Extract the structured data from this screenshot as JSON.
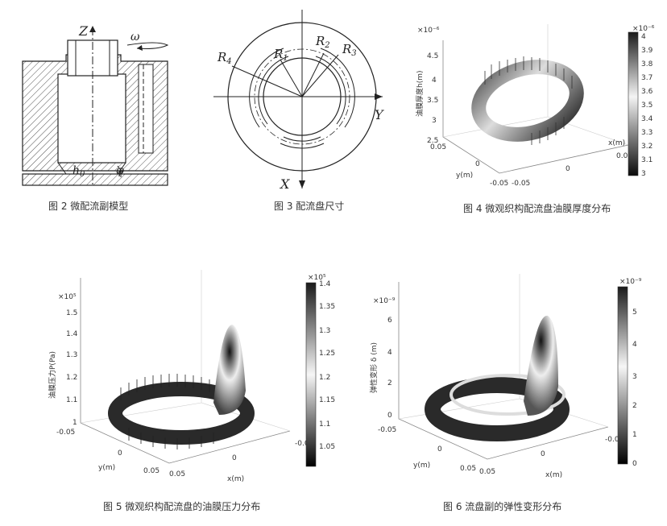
{
  "captions": {
    "fig2": "图 2 微配流副模型",
    "fig3": "图 3 配流盘尺寸",
    "fig4": "图 4 微观织构配流盘油膜厚度分布",
    "fig5": "图 5 微观织构配流盘的油膜压力分布",
    "fig6": "图 6 流盘副的弹性变形分布"
  },
  "fig2": {
    "z": "Z",
    "omega": "ω",
    "h0": "h",
    "h0_sub": "0",
    "phi": "φ"
  },
  "fig3": {
    "r1": "R",
    "r1_sub": "1",
    "r2": "R",
    "r2_sub": "2",
    "r3": "R",
    "r3_sub": "3",
    "r4": "R",
    "r4_sub": "4",
    "x": "X",
    "y": "Y"
  },
  "fig4": {
    "exp_z": "×10⁻⁶",
    "exp_cb": "×10⁻⁶",
    "zlabel": "油膜厚度h(m)",
    "zticks": [
      "4.5",
      "4",
      "3.5",
      "3",
      "2.5"
    ],
    "yticks": [
      "0.05",
      "0",
      "-0.05"
    ],
    "ylabel": "y(m)",
    "xticks": [
      "-0.05",
      "0",
      "0.05"
    ],
    "xlabel": "x(m)",
    "cbticks": [
      "4",
      "3.9",
      "3.8",
      "3.7",
      "3.6",
      "3.5",
      "3.4",
      "3.3",
      "3.2",
      "3.1",
      "3"
    ]
  },
  "fig5": {
    "exp_z": "×10⁵",
    "exp_cb": "×10⁵",
    "zlabel": "油膜压力P(Pa)",
    "zticks": [
      "1.5",
      "1.4",
      "1.3",
      "1.2",
      "1.1",
      "1"
    ],
    "yticks": [
      "-0.05",
      "0",
      "0.05"
    ],
    "ylabel": "y(m)",
    "xticks": [
      "0.05",
      "0",
      "-0.05"
    ],
    "xlabel": "x(m)",
    "cbticks": [
      "1.4",
      "1.35",
      "1.3",
      "1.25",
      "1.2",
      "1.15",
      "1.1",
      "1.05"
    ]
  },
  "fig6": {
    "exp_z": "×10⁻⁹",
    "exp_cb": "×10⁻⁹",
    "zlabel": "弹性变形 δ (m)",
    "zticks": [
      "6",
      "4",
      "2",
      "0"
    ],
    "yticks": [
      "-0.05",
      "0",
      "0.05"
    ],
    "ylabel": "y(m)",
    "xticks": [
      "0.05",
      "0",
      "-0.05"
    ],
    "xlabel": "x(m)",
    "cbticks": [
      "5",
      "4",
      "3",
      "2",
      "1",
      "0"
    ]
  }
}
